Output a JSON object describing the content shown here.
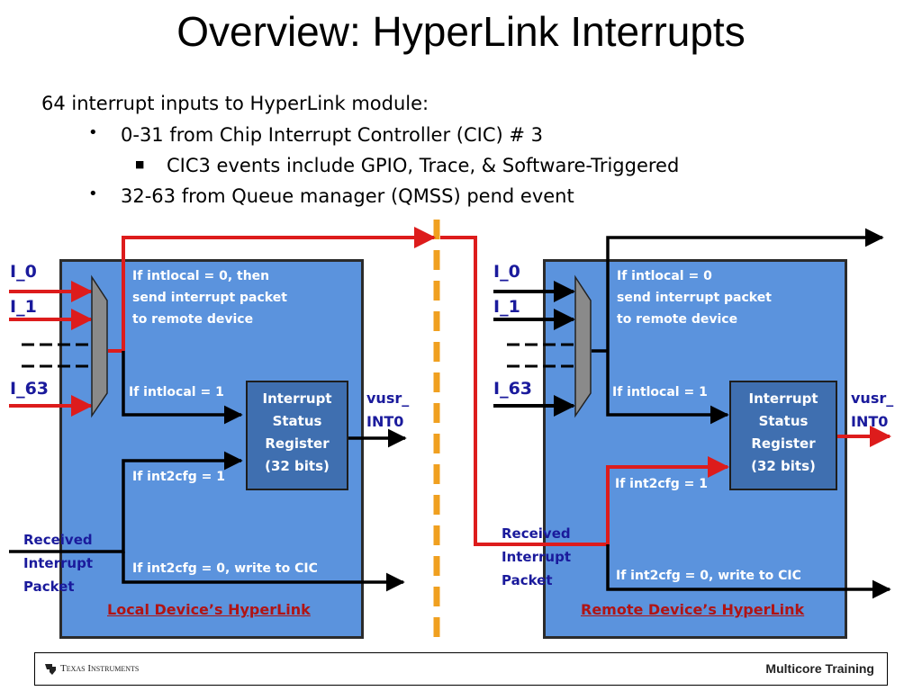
{
  "title": "Overview: HyperLink Interrupts",
  "bullets": {
    "intro": "64 interrupt inputs to HyperLink module:",
    "b1": "0-31 from Chip Interrupt Controller (CIC) # 3",
    "b1_sub": "CIC3 events include GPIO, Trace, & Software-Triggered",
    "b2": "32-63 from Queue manager (QMSS) pend event"
  },
  "local": {
    "in0": "I_0",
    "in1": "I_1",
    "in63": "I_63",
    "cond_remote": [
      "If intlocal = 0, then",
      "send interrupt packet",
      "to remote device"
    ],
    "cond_local": "If intlocal = 1",
    "cond_int2cfg1": "If int2cfg = 1",
    "cond_int2cfg0": "If int2cfg = 0, write to CIC",
    "isr": [
      "Interrupt",
      "Status",
      "Register",
      "(32 bits)"
    ],
    "out": [
      "vusr_",
      "INT0"
    ],
    "received": [
      "Received",
      "Interrupt",
      "Packet"
    ],
    "caption": "Local Device’s HyperLink"
  },
  "remote": {
    "in0": "I_0",
    "in1": "I_1",
    "in63": "I_63",
    "cond_remote": [
      "If intlocal = 0",
      "send interrupt packet",
      "to remote device"
    ],
    "cond_local": "If intlocal = 1",
    "cond_int2cfg1": "If int2cfg = 1",
    "cond_int2cfg0": "If int2cfg = 0, write to CIC",
    "isr": [
      "Interrupt",
      "Status",
      "Register",
      "(32 bits)"
    ],
    "out": [
      "vusr_",
      "INT0"
    ],
    "received": [
      "Received",
      "Interrupt",
      "Packet"
    ],
    "caption": "Remote Device’s HyperLink"
  },
  "footer": {
    "logo_text": "Texas Instruments",
    "logo_icon": "ti-logo-icon",
    "right_text": "Multicore Training"
  },
  "colors": {
    "panel": "#5b93dd",
    "isr": "#3f6fb0",
    "red_path": "#dd1c1c",
    "divider": "#f0a020",
    "navy_text": "#1a1a9c",
    "caption": "#b01414"
  }
}
